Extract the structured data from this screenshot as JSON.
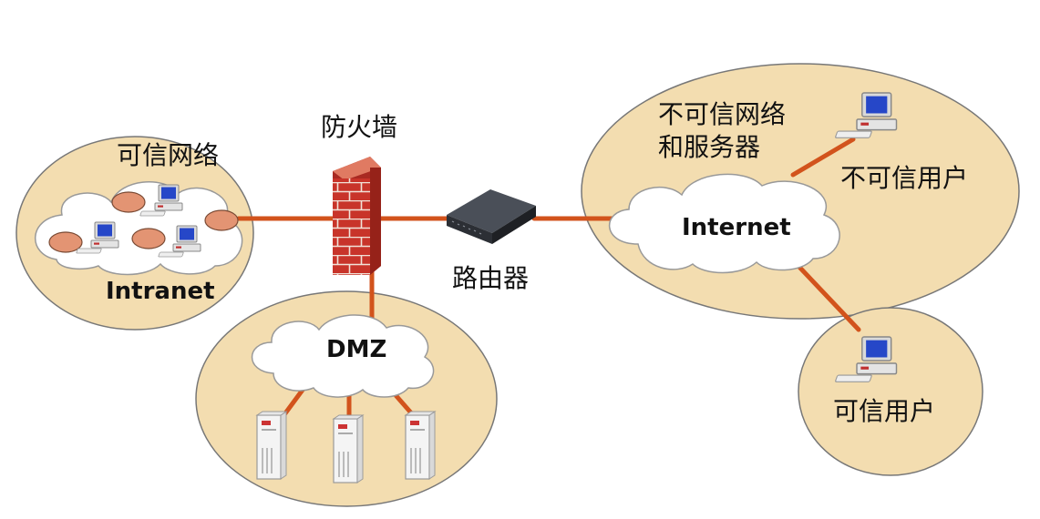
{
  "labels": {
    "firewall": "防火墙",
    "trusted_network": "可信网络",
    "intranet": "Intranet",
    "router": "路由器",
    "untrusted_network_line1": "不可信网络",
    "untrusted_network_line2": "和服务器",
    "untrusted_user": "不可信用户",
    "internet": "Internet",
    "dmz": "DMZ",
    "trusted_user": "可信用户"
  },
  "icons": {
    "firewall": "brick-wall-icon",
    "router": "router-icon",
    "workstation": "computer-icon",
    "server": "server-icon",
    "cloud": "cloud-icon",
    "node": "network-node-icon"
  },
  "colors": {
    "zone_fill": "#f3ddb0",
    "zone_stroke": "#777777",
    "link": "#d2531c",
    "cloud_fill": "#ffffff",
    "cloud_stroke": "#999999",
    "node_fill": "#e39473",
    "brick": "#c8342a",
    "router": "#3b3f47",
    "screen": "#2647c8"
  }
}
